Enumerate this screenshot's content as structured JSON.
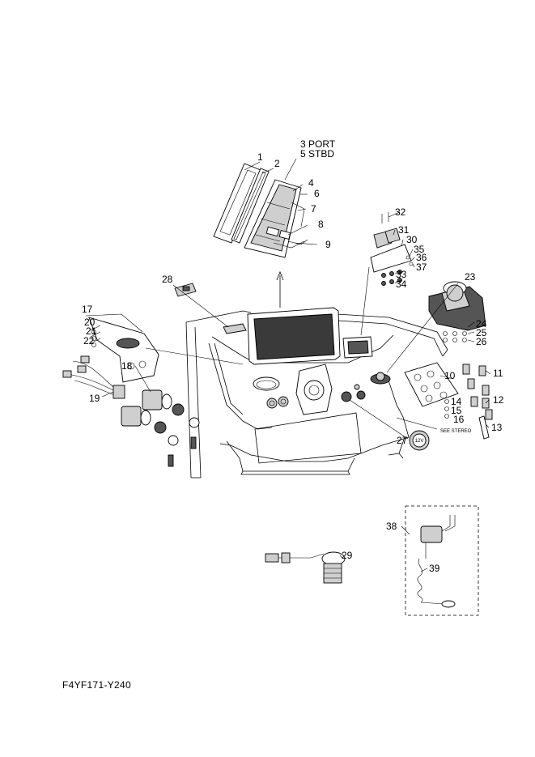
{
  "diagram": {
    "part_labels": [
      {
        "id": "1",
        "text": "1"
      },
      {
        "id": "2",
        "text": "2"
      },
      {
        "id": "3",
        "text": "3 PORT"
      },
      {
        "id": "5",
        "text": "5 STBD"
      },
      {
        "id": "4",
        "text": "4"
      },
      {
        "id": "6",
        "text": "6"
      },
      {
        "id": "7",
        "text": "7"
      },
      {
        "id": "8",
        "text": "8"
      },
      {
        "id": "9",
        "text": "9"
      },
      {
        "id": "10",
        "text": "10"
      },
      {
        "id": "11",
        "text": "11"
      },
      {
        "id": "12",
        "text": "12"
      },
      {
        "id": "13",
        "text": "13"
      },
      {
        "id": "14",
        "text": "14"
      },
      {
        "id": "15",
        "text": "15"
      },
      {
        "id": "16",
        "text": "16"
      },
      {
        "id": "17",
        "text": "17"
      },
      {
        "id": "18",
        "text": "18"
      },
      {
        "id": "19",
        "text": "19"
      },
      {
        "id": "20",
        "text": "20"
      },
      {
        "id": "21",
        "text": "21"
      },
      {
        "id": "22",
        "text": "22"
      },
      {
        "id": "23",
        "text": "23"
      },
      {
        "id": "24",
        "text": "24"
      },
      {
        "id": "25",
        "text": "25"
      },
      {
        "id": "26",
        "text": "26"
      },
      {
        "id": "27",
        "text": "27"
      },
      {
        "id": "28",
        "text": "28"
      },
      {
        "id": "29",
        "text": "29"
      },
      {
        "id": "30",
        "text": "30"
      },
      {
        "id": "31",
        "text": "31"
      },
      {
        "id": "32",
        "text": "32"
      },
      {
        "id": "33",
        "text": "33"
      },
      {
        "id": "34",
        "text": "34"
      },
      {
        "id": "35",
        "text": "35"
      },
      {
        "id": "36",
        "text": "36"
      },
      {
        "id": "37",
        "text": "37"
      },
      {
        "id": "38",
        "text": "38"
      },
      {
        "id": "39",
        "text": "39"
      }
    ],
    "note": "SEE STEREO",
    "socket_marking": "12V",
    "document_code": "F4YF171-Y240"
  }
}
